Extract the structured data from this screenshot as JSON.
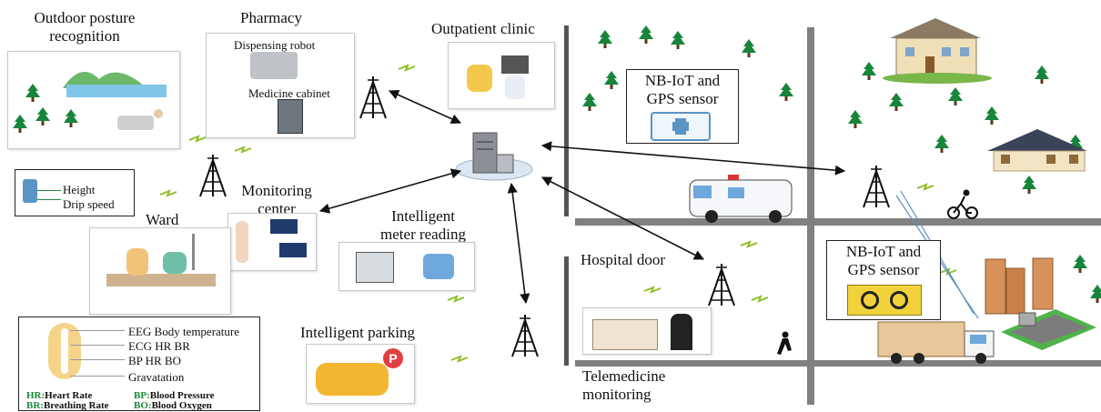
{
  "colors": {
    "road": "#808080",
    "tree": "#17853b",
    "link": "#8fbf2a",
    "arrow": "#111111",
    "cloud": "#dbe7f3"
  },
  "labels": {
    "outdoor": "Outdoor posture\nrecognition",
    "pharmacy": "Pharmacy",
    "dispensing": "Dispensing robot",
    "cabinet": "Medicine cabinet",
    "outpatient": "Outpatient clinic",
    "monitoring": "Monitoring\ncenter",
    "ward": "Ward",
    "meter": "Intelligent\nmeter reading",
    "parking": "Intelligent parking",
    "hospital_door": "Hospital door",
    "telemedicine": "Telemedicine\nmonitoring",
    "nbiot_1": "NB-IoT and\nGPS sensor",
    "nbiot_2": "NB-IoT and\nGPS sensor"
  },
  "ward_sensor": {
    "height": "Height",
    "drip": "Drip speed"
  },
  "vitals": [
    "EEG  Body temperature",
    "ECG  HR  BR",
    "BP  HR  BO",
    "Gravatation"
  ],
  "legend": [
    {
      "key": "HR:",
      "text": "Heart Rate"
    },
    {
      "key": "BP:",
      "text": "Blood Pressure"
    },
    {
      "key": "BR:",
      "text": "Breathing Rate"
    },
    {
      "key": "BO:",
      "text": "Blood Oxygen"
    }
  ],
  "icons": [
    "tower-icon",
    "cloud-server-icon",
    "ambulance-icon",
    "truck-icon",
    "cyclist-icon",
    "pedestrian-icon",
    "parking-icon",
    "house-icon",
    "tree-icon",
    "medical-kit-icon",
    "biohazard-icon"
  ]
}
